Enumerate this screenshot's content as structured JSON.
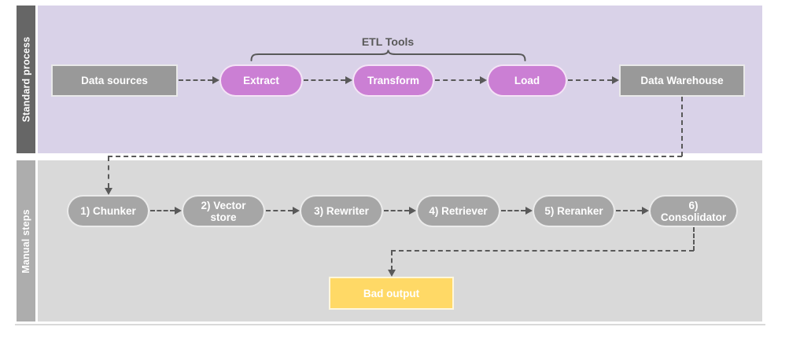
{
  "diagram": {
    "annotation": {
      "label": "ETL Tools",
      "spans": [
        "Extract",
        "Transform",
        "Load"
      ]
    },
    "lanes": {
      "standard": {
        "label": "Standard process"
      },
      "manual": {
        "label": "Manual steps"
      }
    },
    "nodes": {
      "data_sources": {
        "label": "Data sources",
        "shape": "rect",
        "lane": "standard"
      },
      "extract": {
        "label": "Extract",
        "shape": "pill",
        "lane": "standard"
      },
      "transform": {
        "label": "Transform",
        "shape": "pill",
        "lane": "standard"
      },
      "load": {
        "label": "Load",
        "shape": "pill",
        "lane": "standard"
      },
      "data_warehouse": {
        "label": "Data Warehouse",
        "shape": "rect",
        "lane": "standard"
      },
      "chunker": {
        "label": "1) Chunker",
        "shape": "pill",
        "lane": "manual"
      },
      "vector_store": {
        "label": "2) Vector store",
        "shape": "pill",
        "lane": "manual"
      },
      "rewriter": {
        "label": "3) Rewriter",
        "shape": "pill",
        "lane": "manual"
      },
      "retriever": {
        "label": "4) Retriever",
        "shape": "pill",
        "lane": "manual"
      },
      "reranker": {
        "label": "5) Reranker",
        "shape": "pill",
        "lane": "manual"
      },
      "consolidator": {
        "label": "6) Consolidator",
        "shape": "pill",
        "lane": "manual"
      },
      "bad_output": {
        "label": "Bad output",
        "shape": "rect",
        "lane": "manual"
      }
    },
    "connections": [
      {
        "from": "Data sources",
        "to": "Extract",
        "style": "dashed-arrow"
      },
      {
        "from": "Extract",
        "to": "Transform",
        "style": "dashed-arrow"
      },
      {
        "from": "Transform",
        "to": "Load",
        "style": "dashed-arrow"
      },
      {
        "from": "Load",
        "to": "Data Warehouse",
        "style": "dashed-arrow"
      },
      {
        "from": "Data Warehouse",
        "to": "1) Chunker",
        "style": "dashed-arrow-elbow"
      },
      {
        "from": "1) Chunker",
        "to": "2) Vector store",
        "style": "dashed-arrow"
      },
      {
        "from": "2) Vector store",
        "to": "3) Rewriter",
        "style": "dashed-arrow"
      },
      {
        "from": "3) Rewriter",
        "to": "4) Retriever",
        "style": "dashed-arrow"
      },
      {
        "from": "4) Retriever",
        "to": "5) Reranker",
        "style": "dashed-arrow"
      },
      {
        "from": "5) Reranker",
        "to": "6) Consolidator",
        "style": "dashed-arrow"
      },
      {
        "from": "6) Consolidator",
        "to": "Bad output",
        "style": "dashed-arrow-elbow"
      }
    ]
  },
  "colors": {
    "standard_lane_bg": "#d9d2e8",
    "standard_lane_bar": "#666666",
    "manual_lane_bg": "#d9d9d9",
    "manual_lane_bar": "#adadad",
    "standard_gray_node": "#999999",
    "manual_gray_node": "#a6a6a6",
    "etl_pink_node": "#cb7fd4",
    "bad_output_yellow": "#ffd966",
    "connector": "#595959",
    "node_text": "#ffffff"
  }
}
